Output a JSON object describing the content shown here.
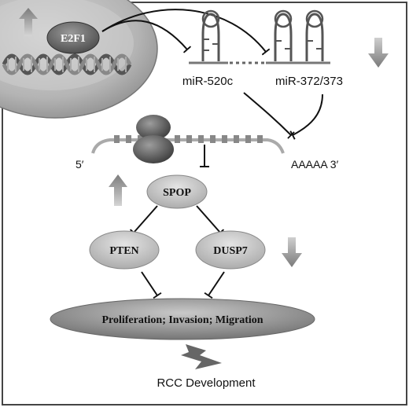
{
  "labels": {
    "e2f1": "E2F1",
    "mir520c": "miR-520c",
    "mir372_373": "miR-372/373",
    "five_prime": "5′",
    "polya": "AAAAA 3′",
    "spop": "SPOP",
    "pten": "PTEN",
    "dusp7": "DUSP7",
    "outcome": "Proliferation; Invasion; Migration",
    "rcc": "RCC Development"
  },
  "regulation": {
    "e2f1": "up",
    "mir": "down",
    "spop": "up",
    "pten_dusp7": "down"
  },
  "colors": {
    "frame": "#444444",
    "node_fill": "#bdbdbd",
    "outcome_fill": "#8a8a8a",
    "arrow_fill": "#8c8c8c",
    "line": "#111111"
  }
}
